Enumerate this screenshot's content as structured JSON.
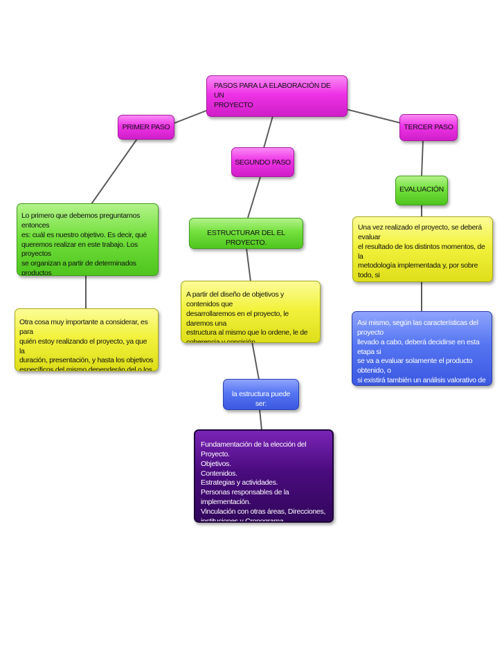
{
  "diagram": {
    "title": "PASOS PARA LA ELABORACIÓN DE UN\nPROYECTO",
    "primer_paso": {
      "label": "PRIMER PASO",
      "text1": "Lo primero que debemos preguntarnos entonces\nes: cuál es nuestro objetivo. Es decir, qué\nqueremos realizar en este trabajo. Los proyectos\nse organizan a partir de determinados productos\na los que se quiere arribar luego de un proceso\nde elaboración.",
      "text2": "Otra cosa muy importante a considerar, es para\nquién estoy realizando el proyecto, ya que la\nduración, presentación, y hasta los objetivos\nespecíficos del mismo dependerán del o los\ndestinatarios."
    },
    "segundo_paso": {
      "label": "SEGUNDO PASO",
      "sublabel": "ESTRUCTURAR DEL EL PROYECTO.",
      "text1": "A partir del diseño de objetivos y contenidos que\ndesarrollaremos en el proyecto, le daremos una\nestructura al mismo que lo ordene, le de\ncoherencia y concisión.",
      "estructura_label": "la estructura puede ser:",
      "estructura_items": "Fundamentación de la elección del Proyecto.\nObjetivos.\nContenidos.\nEstrategias y actividades.\nPersonas responsables de la implementación.\nVinculación con otras áreas, Direcciones,\ninstituciones y Cronograma"
    },
    "tercer_paso": {
      "label": "TERCER PASO",
      "sublabel": "EVALUACIÓN",
      "text1": "Una vez realizado el proyecto, se deberá evaluar\nel resultado de los distintos momentos, de la\nmetodología implementada y, por sobre todo, si\nse ha llegado con éxito a los objetivos\npropuestos.",
      "text2": "Asi mismo, según las características del proyecto\nllevado a cabo, deberá decidirse en esta etapa si\nse va a evaluar solamente el producto obtenido, o\nsi existirá también un análisis valorativo de la\nacción de la, o las, personas que lo llevaron a\ncabo."
    }
  },
  "colors": {
    "magenta": "#ee33e6",
    "green": "#73e03d",
    "yellow": "#f2f23e",
    "blue": "#5575f2",
    "purple": "#4a0b7e",
    "connector": "#5a5a5a"
  }
}
